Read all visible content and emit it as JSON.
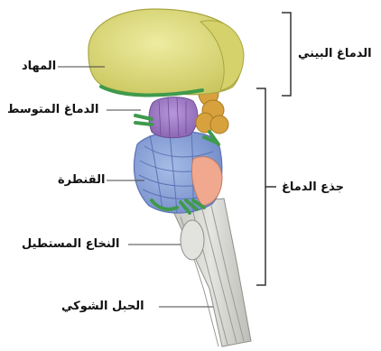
{
  "labels": {
    "thalamus": "المهاد",
    "midbrain": "الدماغ المتوسط",
    "pons": "القنطرة",
    "medulla": "النخاع المستطيل",
    "spinal_cord": "الحبل الشوكي",
    "diencephalon": "الدماغ البيني",
    "brainstem": "جذع الدماغ"
  },
  "colors": {
    "thalamus": "#e6e48a",
    "thalamus_shade": "#c9c65a",
    "green_band": "#3f9a4c",
    "midbrain": "#a07cc4",
    "pons": "#8fa8da",
    "pons_line": "#5d73b5",
    "olive": "#f0a98e",
    "cord": "#d6d6d2",
    "cord_line": "#8f8f8a",
    "ochre": "#d7a23d",
    "line": "#444444"
  }
}
